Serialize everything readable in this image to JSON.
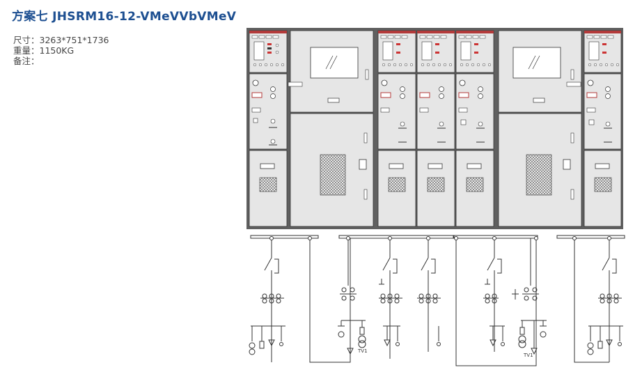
{
  "title": "方案七 JHSRM16-12-VMeVVbVMeV",
  "specs": {
    "size": "尺寸：3263*751*1736",
    "weight": "重量：1150KG",
    "note": "备注："
  },
  "diagram_labels": {
    "tv1_left": "TV1",
    "tv1_right": "TV1"
  }
}
